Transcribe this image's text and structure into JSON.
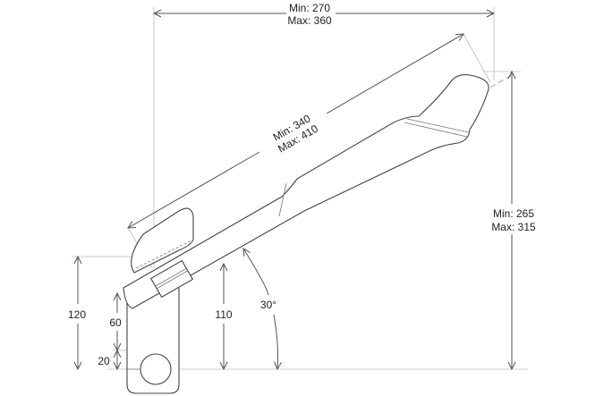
{
  "dimensions": {
    "reach": {
      "min": "Min: 270",
      "max": "Max: 360"
    },
    "length": {
      "min": "Min: 340",
      "max": "Max: 410"
    },
    "height": {
      "min": "Min: 265",
      "max": "Max: 315"
    },
    "stack_total": "120",
    "stack_upper": "60",
    "stack_lower": "20",
    "rise": "110",
    "angle": "30°"
  }
}
